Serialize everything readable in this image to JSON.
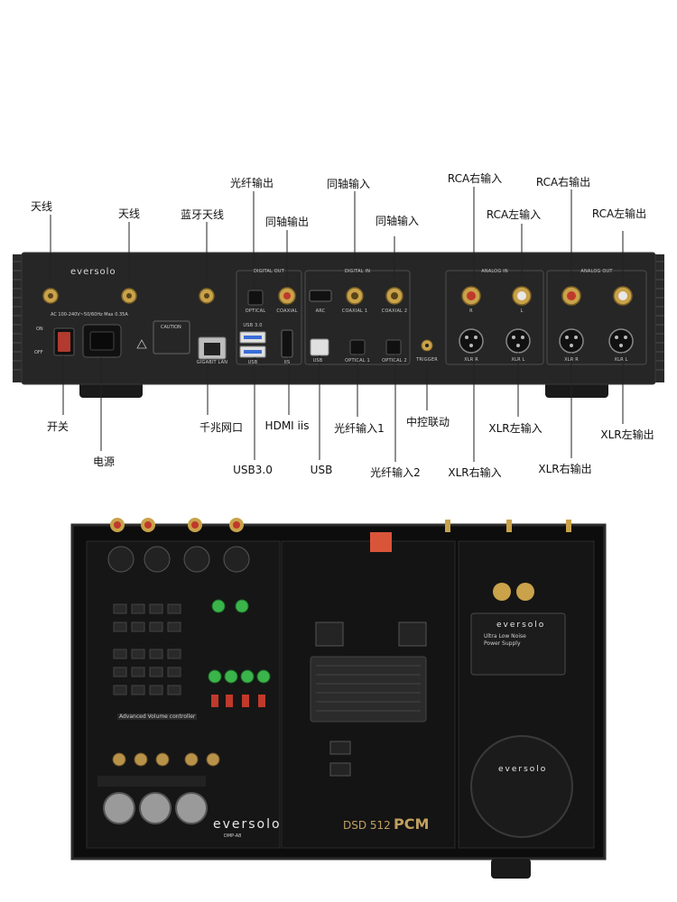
{
  "rear_panel": {
    "brand": "eversolo",
    "power_spec": "AC 100-240V~50/60Hz Max 0.35A",
    "switch_on": "ON",
    "switch_off": "OFF",
    "caution": "CAUTION",
    "group_labels": {
      "digital_out": "DIGITAL OUT",
      "digital_in": "DIGITAL IN",
      "analog_in": "ANALOG IN",
      "analog_out": "ANALOG OUT"
    },
    "port_labels": {
      "optical": "OPTICAL",
      "coaxial": "COAXIAL",
      "arc": "ARC",
      "coaxial1": "COAXIAL 1",
      "coaxial2": "COAXIAL 2",
      "usb30": "USB 3.0",
      "usb": "USB",
      "iis": "IIS",
      "usb_dac": "USB",
      "optical1": "OPTICAL 1",
      "optical2": "OPTICAL 2",
      "trigger": "TRIGGER",
      "gigabit_lan": "GIGABIT LAN",
      "r": "R",
      "l": "L",
      "xlr_r": "XLR R",
      "xlr_l": "XLR L",
      "xlr_r2": "XLR R",
      "xlr_l2": "XLR L"
    }
  },
  "callouts": {
    "antenna1": "天线",
    "antenna2": "天线",
    "bt_antenna": "蓝牙天线",
    "optical_out": "光纤输出",
    "coax_out": "同轴输出",
    "coax_in1": "同轴输入",
    "coax_in2": "同轴输入",
    "rca_r_in": "RCA右输入",
    "rca_l_in": "RCA左输入",
    "rca_r_out": "RCA右输出",
    "rca_l_out": "RCA左输出",
    "switch": "开关",
    "power": "电源",
    "gigabit": "千兆网口",
    "usb3": "USB3.0",
    "hdmi_iis": "HDMI iis",
    "usb": "USB",
    "optical_in1": "光纤输入1",
    "optical_in2": "光纤输入2",
    "trigger": "中控联动",
    "xlr_r_in": "XLR右输入",
    "xlr_l_in": "XLR左输入",
    "xlr_r_out": "XLR右输出",
    "xlr_l_out": "XLR左输出"
  },
  "interior": {
    "brand": "eversolo",
    "model": "DMP-A8",
    "volume_board": "Advanced Volume controller",
    "dsd": "DSD 512",
    "pcm": "PCM",
    "psu_brand": "eversolo",
    "psu_line1": "Ultra Low Noise",
    "psu_line2": "Power Supply",
    "toroid_brand": "eversolo"
  },
  "colors": {
    "chassis": "#262626",
    "panel_dark": "#1c1c1c",
    "gold": "#c9a24a",
    "rca_red": "#c0392b",
    "pcb": "#1a1a1a",
    "label_text": "#111111"
  }
}
